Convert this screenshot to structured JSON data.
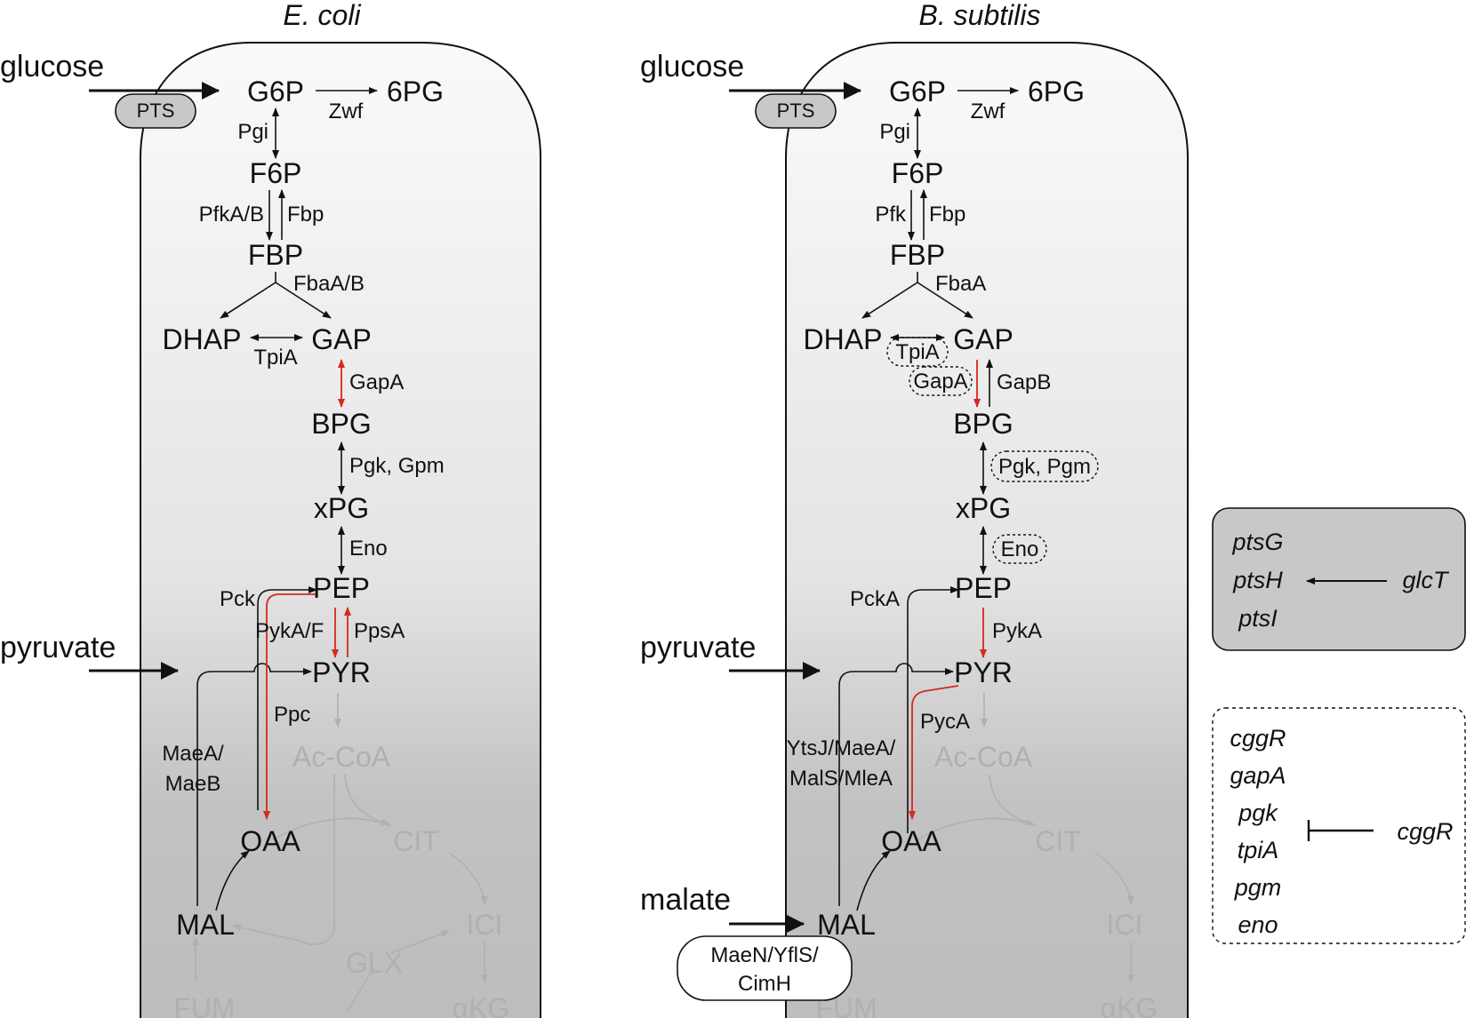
{
  "ecoli": {
    "title": "E. coli",
    "external": {
      "glucose": "glucose",
      "pyruvate": "pyruvate",
      "pts": "PTS"
    },
    "metabolites": {
      "g6p": "G6P",
      "pg6": "6PG",
      "f6p": "F6P",
      "fbp": "FBP",
      "dhap": "DHAP",
      "gap": "GAP",
      "bpg": "BPG",
      "xpg": "xPG",
      "pep": "PEP",
      "pyr": "PYR",
      "accoa": "Ac-CoA",
      "oaa": "OAA",
      "cit": "CIT",
      "mal": "MAL",
      "ici": "ICI",
      "glx": "GLX",
      "fum": "FUM",
      "akg": "αKG"
    },
    "enzymes": {
      "zwf": "Zwf",
      "pgi": "Pgi",
      "pfk": "PfkA/B",
      "fbp": "Fbp",
      "fba": "FbaA/B",
      "tpi": "TpiA",
      "gap": "GapA",
      "pgk": "Pgk, Gpm",
      "eno": "Eno",
      "pck": "Pck",
      "pyk": "PykA/F",
      "pps": "PpsA",
      "ppc": "Ppc",
      "mae1": "MaeA/",
      "mae2": "MaeB"
    }
  },
  "bsub": {
    "title": "B. subtilis",
    "external": {
      "glucose": "glucose",
      "pyruvate": "pyruvate",
      "malate": "malate",
      "pts": "PTS",
      "transporter1": "MaeN/YflS/",
      "transporter2": "CimH"
    },
    "metabolites": {
      "g6p": "G6P",
      "pg6": "6PG",
      "f6p": "F6P",
      "fbp": "FBP",
      "dhap": "DHAP",
      "gap": "GAP",
      "bpg": "BPG",
      "xpg": "xPG",
      "pep": "PEP",
      "pyr": "PYR",
      "accoa": "Ac-CoA",
      "oaa": "OAA",
      "cit": "CIT",
      "mal": "MAL",
      "ici": "ICI",
      "fum": "FUM",
      "akg": "αKG"
    },
    "enzymes": {
      "zwf": "Zwf",
      "pgi": "Pgi",
      "pfk": "Pfk",
      "fbp": "Fbp",
      "fba": "FbaA",
      "tpi": "TpiA",
      "gapa": "GapA",
      "gapb": "GapB",
      "pgk": "Pgk, Pgm",
      "eno": "Eno",
      "pck": "PckA",
      "pyk": "PykA",
      "pyc": "PycA",
      "mae1": "YtsJ/MaeA/",
      "mae2": "MalS/MleA"
    }
  },
  "legend": {
    "glct": {
      "targets": [
        "ptsG",
        "ptsH",
        "ptsI"
      ],
      "regulator": "glcT"
    },
    "cggr": {
      "targets": [
        "cggR",
        "gapA",
        "pgk",
        "tpiA",
        "pgm",
        "eno"
      ],
      "regulator": "cggR"
    }
  },
  "colors": {
    "main": "#111111",
    "flux": "#d42a1e",
    "faded": "#b0b0b0",
    "regulon_box": "#c8c8c8"
  }
}
